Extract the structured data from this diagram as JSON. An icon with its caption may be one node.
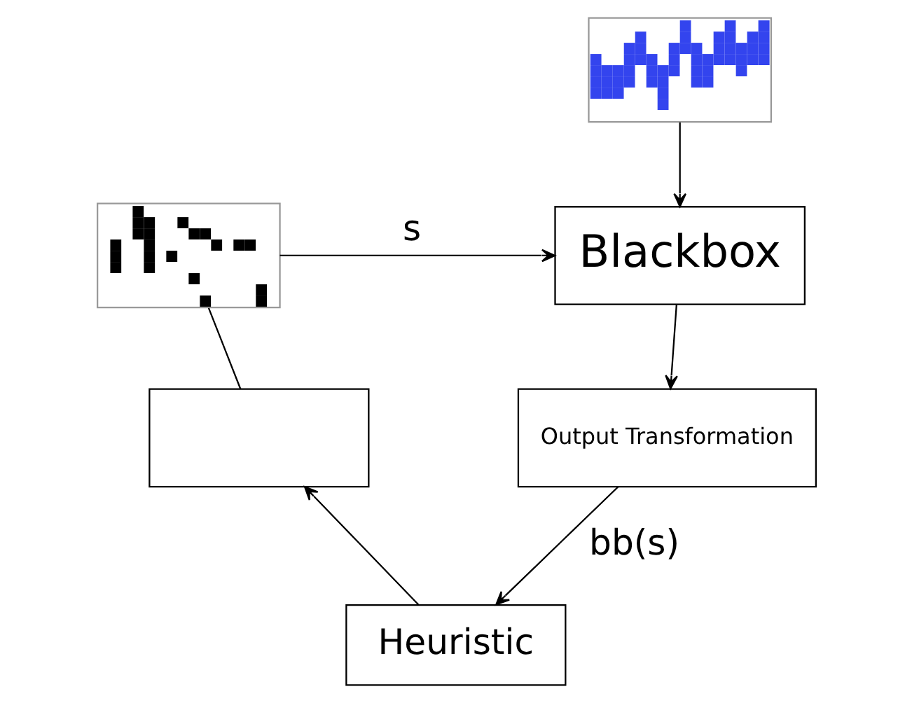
{
  "diagram": {
    "nodes": [
      {
        "text": [],
        "shape": "picture"
      },
      {
        "text": [],
        "shape": "picture"
      },
      {
        "text": [
          "Blackbox"
        ]
      },
      {
        "text": [
          "Output Transformation"
        ]
      },
      {
        "text": [],
        "shape": "box"
      },
      {
        "text": [
          "Heuristic"
        ]
      }
    ],
    "edges": [
      {
        "from": 0,
        "to": 2,
        "arrow": "to"
      },
      {
        "from": 1,
        "to": 2,
        "arrow": "to",
        "label": "s"
      },
      {
        "from": 2,
        "to": 3,
        "arrow": "to"
      },
      {
        "from": 3,
        "to": 5,
        "arrow": "to",
        "label": "bb(s)"
      },
      {
        "from": 5,
        "to": 4,
        "arrow": "to"
      },
      {
        "from": 4,
        "to": 1,
        "arrow": "none"
      }
    ]
  }
}
